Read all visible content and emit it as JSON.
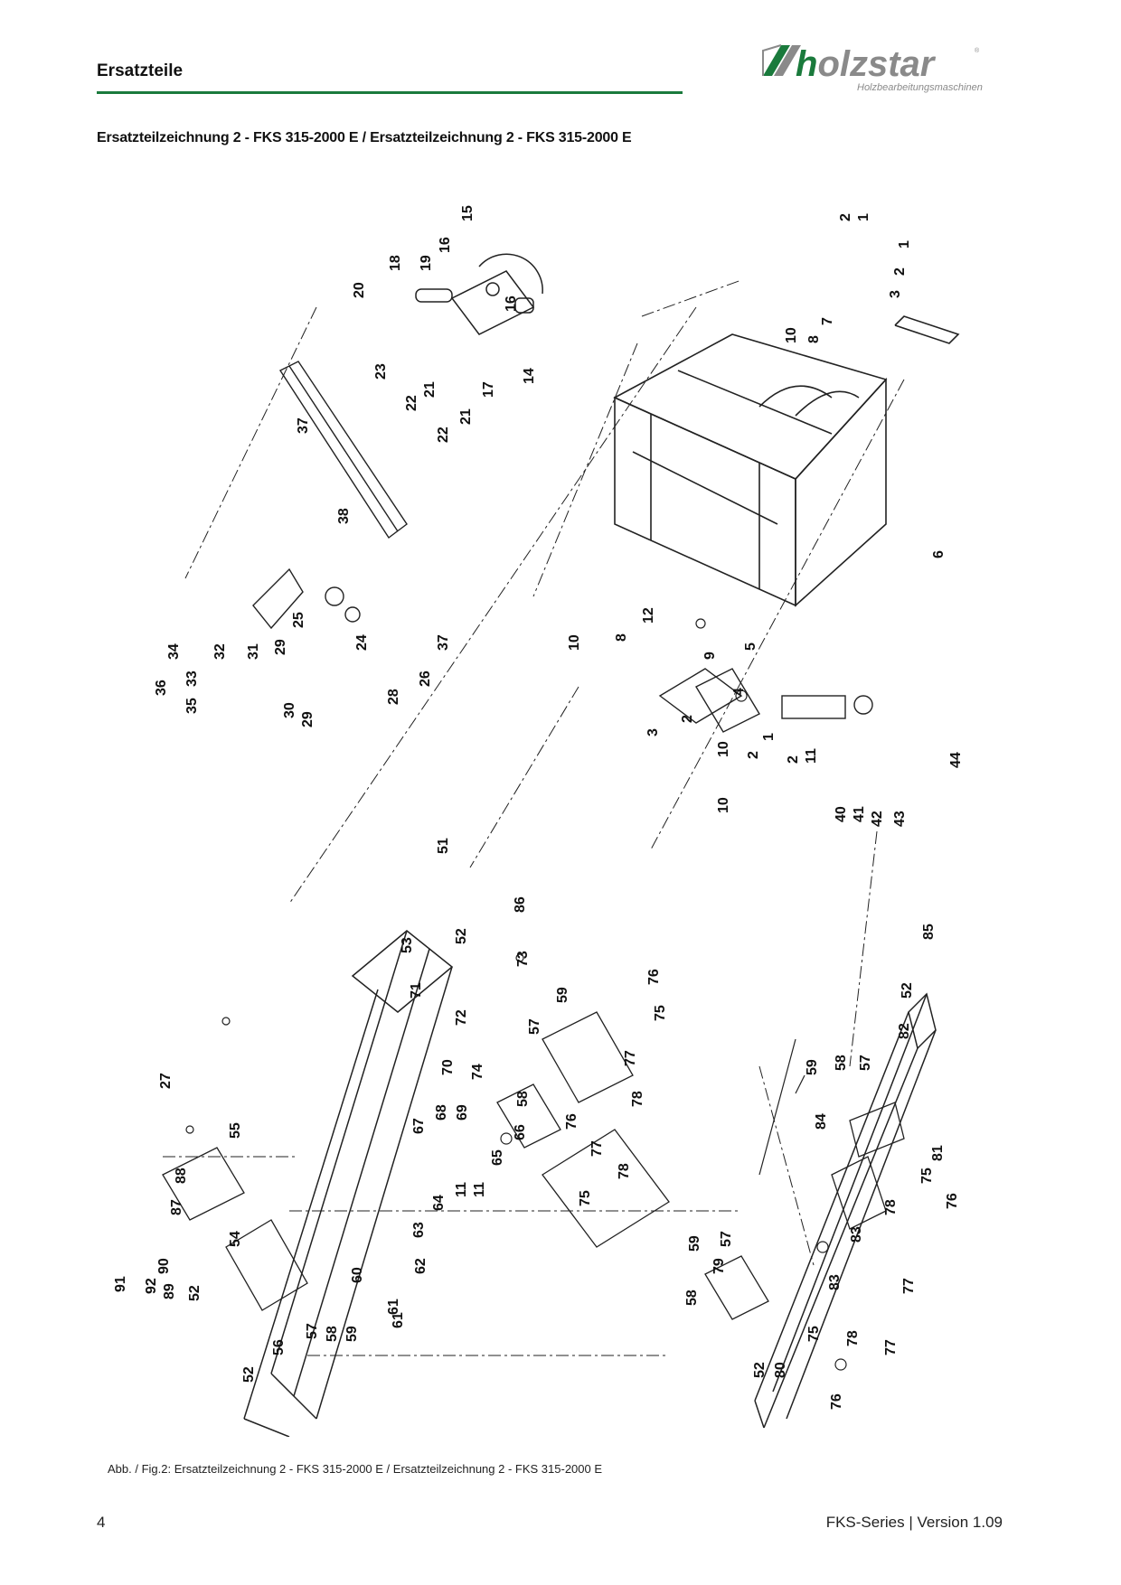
{
  "header": {
    "section_title": "Ersatzteile",
    "brand_name": "holzstar",
    "brand_tagline": "Holzbearbeitungsmaschinen",
    "brand_color": "#1a7a3c"
  },
  "drawing_title": "Ersatzteilzeichnung 2 - FKS 315-2000 E / Ersatzteilzeichnung 2 - FKS 315-2000 E",
  "drawing": {
    "part_numbers": [
      "1",
      "1",
      "2",
      "2",
      "3",
      "7",
      "8",
      "10",
      "15",
      "16",
      "16",
      "18",
      "19",
      "20",
      "23",
      "14",
      "17",
      "21",
      "21",
      "22",
      "22",
      "37",
      "38",
      "6",
      "37",
      "24",
      "25",
      "26",
      "28",
      "29",
      "29",
      "30",
      "31",
      "32",
      "33",
      "34",
      "35",
      "36",
      "10",
      "8",
      "9",
      "12",
      "5",
      "4",
      "2",
      "3",
      "1",
      "2",
      "2",
      "11",
      "10",
      "40",
      "41",
      "42",
      "43",
      "44",
      "10",
      "51",
      "52",
      "53",
      "86",
      "73",
      "71",
      "72",
      "57",
      "59",
      "58",
      "74",
      "70",
      "69",
      "68",
      "67",
      "66",
      "65",
      "54",
      "55",
      "27",
      "63",
      "64",
      "11",
      "11",
      "76",
      "75",
      "77",
      "78",
      "77",
      "76",
      "78",
      "75",
      "79",
      "85",
      "52",
      "82",
      "59",
      "58",
      "57",
      "84",
      "81",
      "75",
      "76",
      "78",
      "83",
      "83",
      "77",
      "59",
      "57",
      "58",
      "78",
      "75",
      "77",
      "80",
      "52",
      "76",
      "88",
      "87",
      "91",
      "92",
      "90",
      "89",
      "52",
      "56",
      "52",
      "57",
      "58",
      "59",
      "60",
      "61",
      "61",
      "62"
    ]
  },
  "caption": "Abb. / Fig.2: Ersatzteilzeichnung 2 - FKS 315-2000 E / Ersatzteilzeichnung 2 - FKS 315-2000 E",
  "footer": {
    "page_number": "4",
    "version": "FKS-Series | Version 1.09"
  }
}
